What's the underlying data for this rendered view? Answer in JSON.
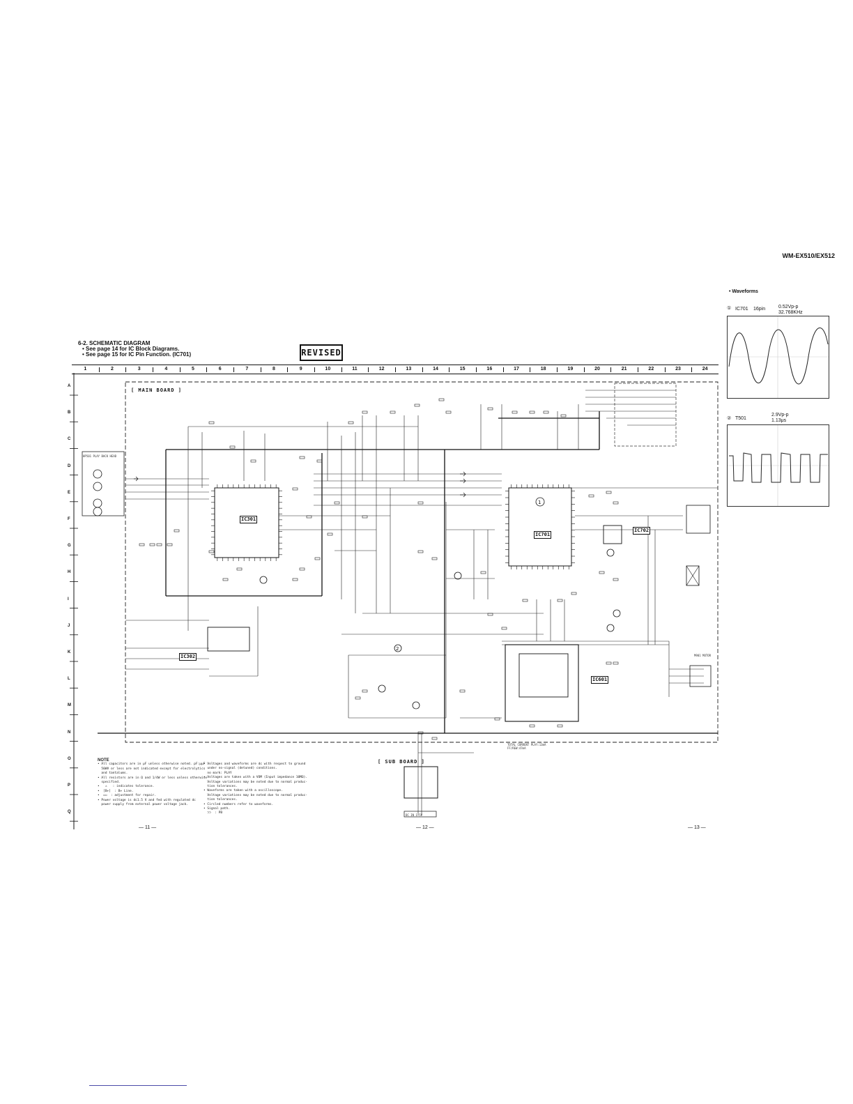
{
  "header": {
    "model": "WM-EX510/EX512"
  },
  "waveforms": {
    "title": "• Waveforms",
    "items": [
      {
        "marker": "①",
        "ref": "IC701",
        "pin": "16pin",
        "amplitude": "0.52Vp-p",
        "freq": "32.768KHz"
      },
      {
        "marker": "②",
        "ref": "T501",
        "pin": "",
        "amplitude": "2.9Vp-p",
        "freq": "1.13μs"
      }
    ]
  },
  "schematic": {
    "title": "6-2. SCHEMATIC DIAGRAM",
    "sub1": "• See page 14 for IC Block Diagrams.",
    "sub2": "• See page 15 for IC Pin Function. (IC701)",
    "stamp": "REVISED",
    "columns": [
      "1",
      "2",
      "3",
      "4",
      "5",
      "6",
      "7",
      "8",
      "9",
      "10",
      "11",
      "12",
      "13",
      "14",
      "15",
      "16",
      "17",
      "18",
      "19",
      "20",
      "21",
      "22",
      "23",
      "24"
    ],
    "rows": [
      "A",
      "B",
      "C",
      "D",
      "E",
      "F",
      "G",
      "H",
      "I",
      "J",
      "K",
      "L",
      "M",
      "N",
      "O",
      "P",
      "Q"
    ],
    "main_board": "[ MAIN BOARD ]",
    "sub_board": "[ SUB BOARD ]",
    "ics": {
      "ic301": "IC301",
      "ic701": "IC701",
      "ic702": "IC702",
      "ic302": "IC302",
      "ic601": "IC601"
    },
    "connector_labels": {
      "jack": "HP501 PLAY BACK HEAD",
      "dc_in": "DC IN 1.5V",
      "motor": "M901 MOTOR",
      "total_current": "TOTAL CURRENT PLAY:13mA FF/REW:47mA"
    }
  },
  "notes": {
    "heading": "NOTE",
    "left": [
      "• All capacitors are in μF unless otherwise noted. pF:μμF",
      "  50WV or less are not indicated except for electrolytics",
      "  and tantalums.",
      "• All resistors are in Ω and 1/4W or less unless otherwise",
      "  specified.",
      "•   ⚠   : indicates tolerance.",
      "•  [B+]  : B+ Line.",
      "•  ▭▭  : adjustment for repair.",
      "• Power voltage is dc1.5 V and fed with regulated dc",
      "  power supply from external power voltage jack."
    ],
    "right": [
      "• Voltages and waveforms are dc with respect to ground",
      "  under no-signal (detuned) conditions.",
      "  no mark: PLAY",
      "• Voltages are taken with a VOM (Input impedance 10MΩ).",
      "  Voltage variations may be noted due to normal produc-",
      "  tion tolerances.",
      "• Waveforms are taken with a oscilloscope.",
      "  Voltage variations may be noted due to normal produc-",
      "  tion tolerances.",
      "• Circled numbers refer to waveforms.",
      "• Signal path.",
      "  ⊃⊃  : PB"
    ]
  },
  "page_numbers": [
    "— 11 —",
    "— 12 —",
    "— 13 —"
  ]
}
